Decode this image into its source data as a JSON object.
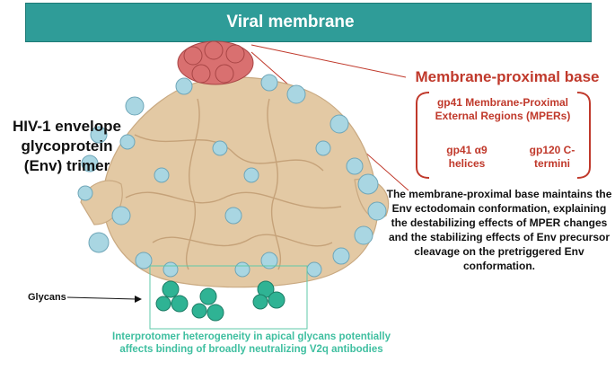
{
  "membrane": {
    "label": "Viral membrane"
  },
  "env": {
    "title": "HIV-1 envelope glycoprotein (Env) trimer"
  },
  "base": {
    "title": "Membrane-proximal base",
    "mper": "gp41 Membrane-Proximal External Regions (MPERs)",
    "alpha9": "gp41 α9 helices",
    "cterm": "gp120 C-termini",
    "description": "The membrane-proximal base maintains the Env ectodomain conformation, explaining the destabilizing effects of MPER changes and the stabilizing effects of Env precursor cleavage on the pretriggered Env conformation."
  },
  "glycans": {
    "label": "Glycans"
  },
  "apical": {
    "description": "Interprotomer heterogeneity in apical glycans potentially affects binding of broadly neutralizing V2q antibodies"
  },
  "colors": {
    "membrane": "#2f9c98",
    "base_red": "#c0392b",
    "protein_tan": "#e3c9a4",
    "glycan_blue": "#a9d6e2",
    "apical_green": "#2fb394"
  }
}
